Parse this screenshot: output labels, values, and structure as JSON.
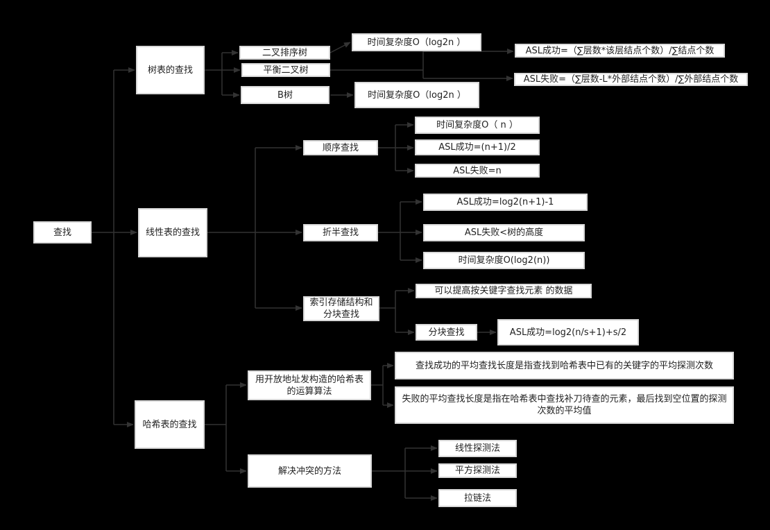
{
  "colors": {
    "background": "#000000",
    "node_fill": "#ffffff",
    "node_border": "#d8d8d8",
    "connector": "#333333",
    "text": "#222222"
  },
  "root": "查找",
  "tree": {
    "label": "树表的查找",
    "bst": "二叉排序树",
    "avl": "平衡二叉树",
    "btree": "B树",
    "complexity_1": "时间复杂度O（log2n ）",
    "complexity_2": "时间复杂度O（log2n ）",
    "asl_success": "ASL成功=（∑层数*该层结点个数）/∑结点个数",
    "asl_fail": "ASL失败=（∑层数-L*外部结点个数）/∑外部结点个数"
  },
  "linear": {
    "label": "线性表的查找",
    "sequential": {
      "label": "顺序查找",
      "complexity": "时间复杂度O（ n ）",
      "asl_success": "ASL成功=(n+1)/2",
      "asl_fail": "ASL失败=n"
    },
    "binary": {
      "label": "折半查找",
      "asl_success": "ASL成功=log2(n+1)-1",
      "asl_fail": "ASL失败<树的高度",
      "complexity": "时间复杂度O(log2(n))"
    },
    "indexed": {
      "label": "索引存储结构和分块查找",
      "improve": "可以提高按关键字查找元素 的数据",
      "block": "分块查找",
      "block_asl": "ASL成功=log2(n/s+1)+s/2"
    }
  },
  "hash": {
    "label": "哈希表的查找",
    "open_addr": {
      "label": "用开放地址发构造的哈希表的运算算法",
      "success": "查找成功的平均查找长度是指查找到哈希表中已有的关键字的平均探测次数",
      "fail": "失败的平均查找长度是指在哈希表中查找补刀待查的元素，最后找到空位置的探测次数的平均值"
    },
    "conflict": {
      "label": "解决冲突的方法",
      "m1": "线性探测法",
      "m2": "平方探测法",
      "m3": "拉链法"
    }
  }
}
